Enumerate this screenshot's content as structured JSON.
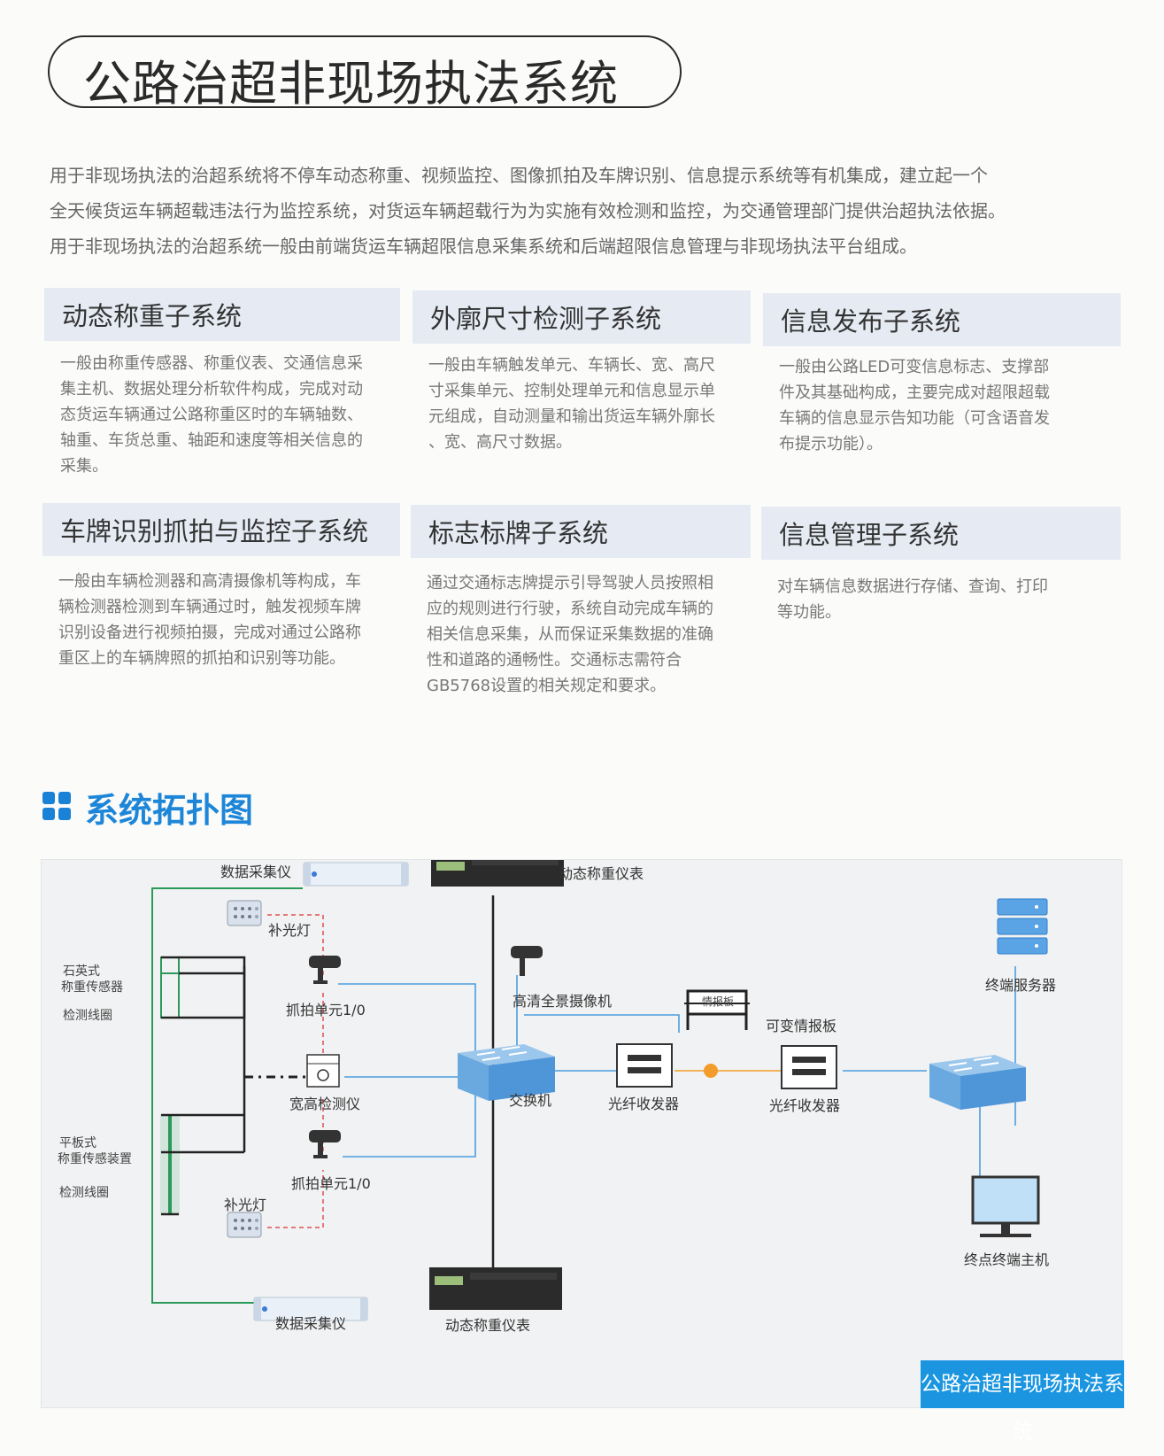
{
  "page": {
    "title": "公路治超非现场执法系统",
    "intro": [
      "用于非现场执法的治超系统将不停车动态称重、视频监控、图像抓拍及车牌识别、信息提示系统等有机集成，建立起一个",
      "全天候货运车辆超载违法行为监控系统，对货运车辆超载行为为实施有效检测和监控，为交通管理部门提供治超执法依据。",
      "用于非现场执法的治超系统一般由前端货运车辆超限信息采集系统和后端超限信息管理与非现场执法平台组成。"
    ]
  },
  "cards": [
    {
      "title": "动态称重子系统",
      "body": [
        "一般由称重传感器、称重仪表、交通信息采",
        "集主机、数据处理分析软件构成，完成对动",
        "态货运车辆通过公路称重区时的车辆轴数、",
        "轴重、车货总重、轴距和速度等相关信息的",
        "采集。"
      ]
    },
    {
      "title": "外廓尺寸检测子系统",
      "body": [
        "一般由车辆触发单元、车辆长、宽、高尺",
        "寸采集单元、控制处理单元和信息显示单",
        "元组成，自动测量和输出货运车辆外廓长",
        "、宽、高尺寸数据。"
      ]
    },
    {
      "title": "信息发布子系统",
      "body": [
        "一般由公路LED可变信息标志、支撑部",
        "件及其基础构成，主要完成对超限超载",
        "车辆的信息显示告知功能（可含语音发",
        "布提示功能）。"
      ]
    },
    {
      "title": "车牌识别抓拍与监控子系统",
      "body": [
        "一般由车辆检测器和高清摄像机等构成，车",
        "辆检测器检测到车辆通过时，触发视频车牌",
        "识别设备进行视频拍摄，完成对通过公路称",
        "重区上的车辆牌照的抓拍和识别等功能。"
      ]
    },
    {
      "title": "标志标牌子系统",
      "body": [
        "通过交通标志牌提示引导驾驶人员按照相",
        "应的规则进行行驶，系统自动完成车辆的",
        "相关信息采集，从而保证采集数据的准确",
        "性和道路的通畅性。交通标志需符合",
        "GB5768设置的相关规定和要求。"
      ]
    },
    {
      "title": "信息管理子系统",
      "body": [
        "对车辆信息数据进行存储、查询、打印",
        "等功能。"
      ]
    }
  ],
  "topology": {
    "heading": "系统拓扑图",
    "labels": {
      "data_collector_top": "数据采集仪",
      "weighing_meter_top": "动态称重仪表",
      "fill_light_top": "补光灯",
      "quartz_sensor": [
        "石英式",
        "称重传感器"
      ],
      "loop_top": "检测线圈",
      "capture_top": "抓拍单元1/0",
      "hd_camera": "高清全景摄像机",
      "info_board_sign": "情报板",
      "variable_board": "可变情报板",
      "terminal_server": "终端服务器",
      "dimension_detector": "宽高检测仪",
      "switch_left": "交换机",
      "fiber_left": "光纤收发器",
      "fiber_right": "光纤收发器",
      "plate_sensor": [
        "平板式",
        "称重传感装置"
      ],
      "loop_bottom": "检测线圈",
      "capture_bottom": "抓拍单元1/0",
      "fill_light_bottom": "补光灯",
      "endpoint_host": "终点终端主机",
      "data_collector_bottom": "数据采集仪",
      "weighing_meter_bottom": "动态称重仪表"
    },
    "banner": "公路治超非现场执法系统"
  },
  "colors": {
    "accent": "#1b95e0",
    "wire_blue": "#4a9ee0",
    "wire_green": "#2a9a5a",
    "wire_red": "#e05050",
    "fiber_dot": "#f39c2b"
  }
}
